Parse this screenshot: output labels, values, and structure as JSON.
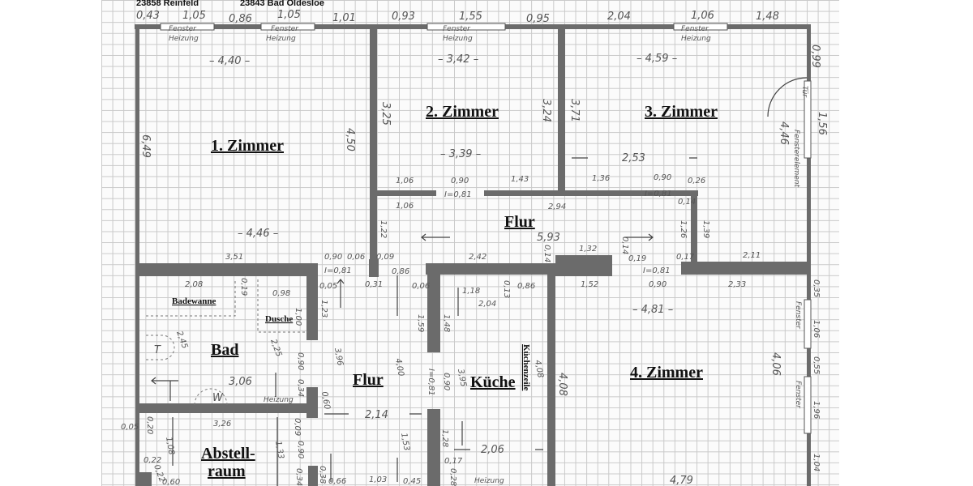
{
  "header": {
    "address_left": "23858 Reinfeld",
    "address_right": "23843 Bad Oldesloe"
  },
  "rooms": {
    "zimmer1": "1. Zimmer",
    "zimmer2": "2. Zimmer",
    "zimmer3": "3. Zimmer",
    "zimmer4": "4. Zimmer",
    "flur_top": "Flur",
    "flur_bottom": "Flur",
    "bad": "Bad",
    "kueche": "Küche",
    "abstell1": "Abstell-",
    "abstell2": "raum",
    "badewanne": "Badewanne",
    "dusche": "Dusche",
    "kuechenzeile": "Küchenzeile"
  },
  "notes": {
    "fenster": "Fenster",
    "heizung": "Heizung",
    "tuer": "Tür",
    "fensterelement": "Fensterelement",
    "t": "T",
    "w": "W"
  },
  "dimensions": {
    "top": [
      "0,43",
      "1,05",
      "0,86",
      "1,05",
      "1,01",
      "0,93",
      "1,55",
      "0,95",
      "2,04",
      "1,06",
      "1,48"
    ],
    "room_widths": [
      "– 4,40 –",
      "– 3,42 –",
      "– 4,59 –",
      "– 4,46 –",
      "– 3,39 –",
      "2,53",
      "– 4,81 –",
      "4,79"
    ],
    "heights": [
      "6,49",
      "4,50",
      "3,25",
      "3,24",
      "3,71",
      "4,46",
      "1,56",
      "0,99",
      "4,06",
      "4,08"
    ],
    "corridor": [
      "1,06",
      "0,90",
      "I=0,81",
      "1,43",
      "1,36",
      "0,90",
      "I=0,81",
      "0,26",
      "1,06",
      "2,94",
      "0,14",
      "1,26",
      "1,39",
      "5,93",
      "1,32",
      "1,22",
      "0,14"
    ],
    "mid_row": [
      "3,51",
      "0,90",
      "0,06",
      "0,09",
      "I=0,81",
      "2,42",
      "0,14",
      "0,19",
      "I=0,81",
      "0,17",
      "2,11",
      "0,31",
      "0,86",
      "0,06",
      "1,52",
      "0,90",
      "2,33"
    ],
    "bad": [
      "2,08",
      "0,19",
      "0,98",
      "1,00",
      "1,23",
      "0,05",
      "2,45",
      "2,25",
      "3,06",
      "0,90",
      "0,34",
      "3,26",
      "0,20",
      "0,05"
    ],
    "flur": [
      "3,96",
      "4,00",
      "0,60",
      "2,14",
      "0,09",
      "0,90",
      "1,33",
      "1,08",
      "1,53",
      "0,66",
      "1,03",
      "0,45",
      "0,34",
      "0,38",
      "0,22",
      "0,22",
      "0,60"
    ],
    "kueche": [
      "1,18",
      "0,13",
      "0,86",
      "2,04",
      "1,48",
      "1,59",
      "I=0,81",
      "0,90",
      "3,95",
      "4,08",
      "1,28",
      "2,06",
      "0,17",
      "0,28"
    ],
    "right": [
      "0,35",
      "1,06",
      "0,55",
      "1,96",
      "1,04"
    ]
  }
}
